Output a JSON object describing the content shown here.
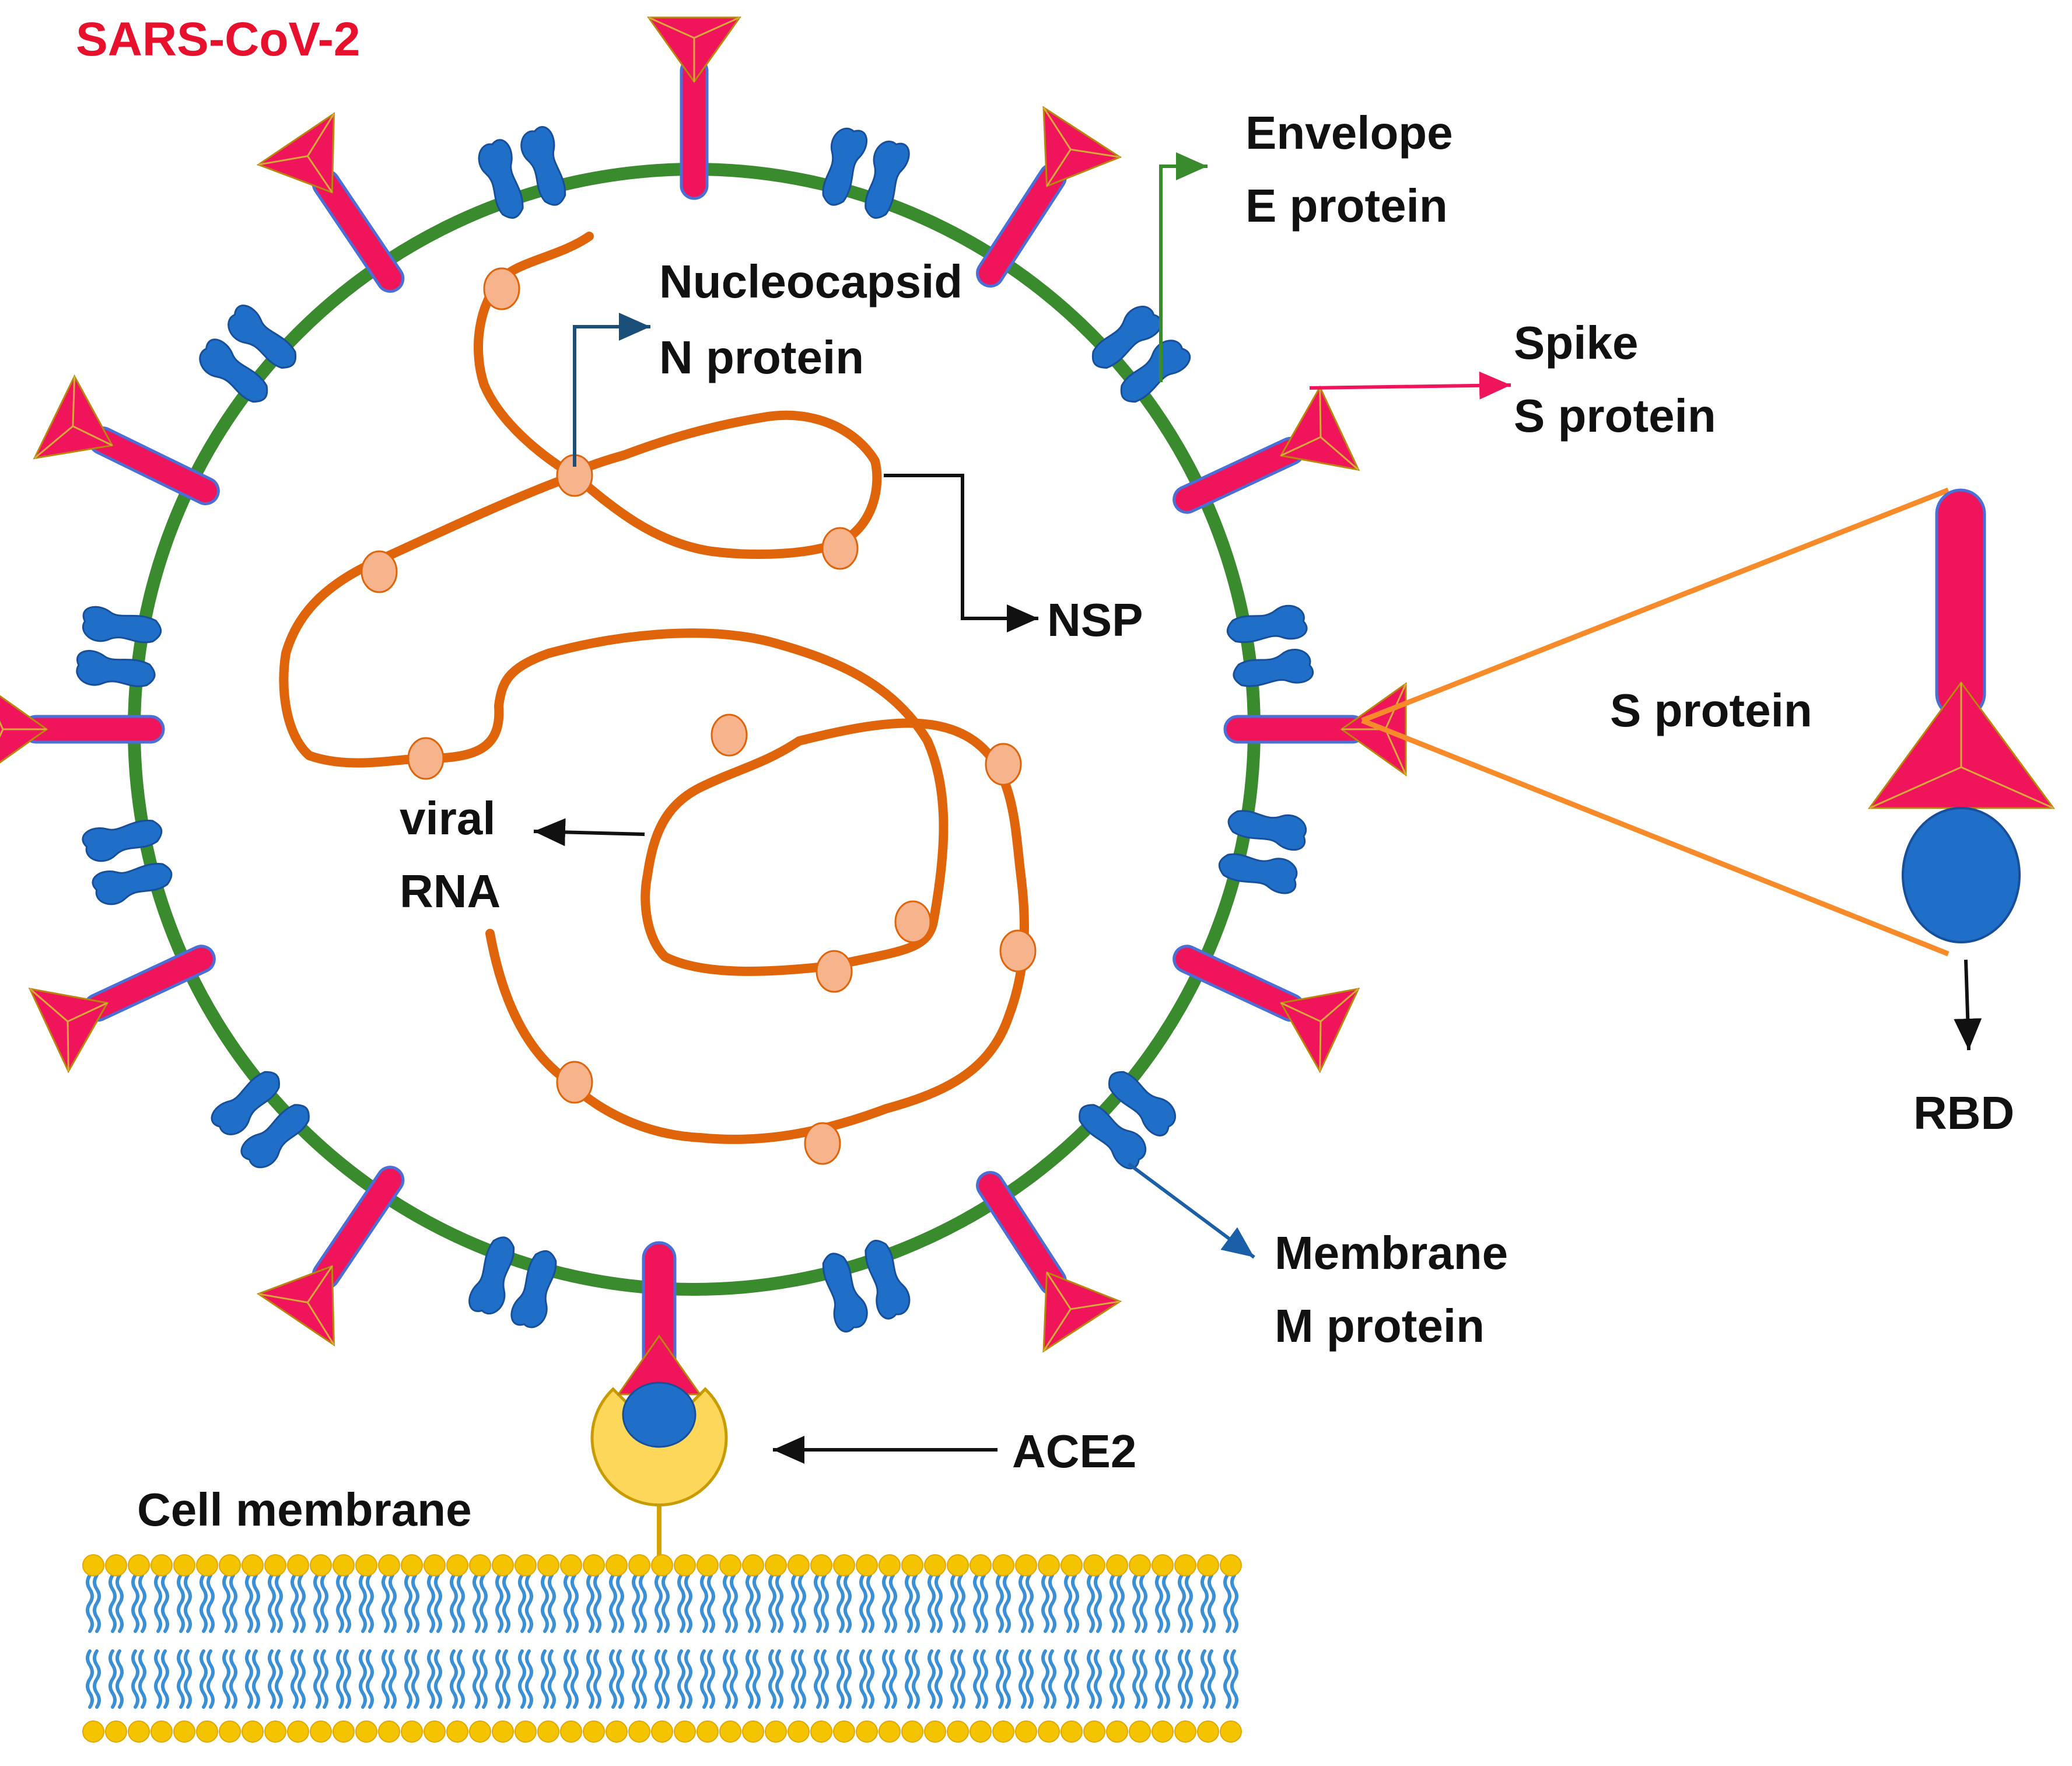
{
  "title": "SARS-CoV-2",
  "labels": {
    "envelope_1": "Envelope",
    "envelope_2": "E protein",
    "nucleocapsid_1": "Nucleocapsid",
    "nucleocapsid_2": "N protein",
    "spike_1": "Spike",
    "spike_2": "S protein",
    "nsp": "NSP",
    "s_protein": "S protein",
    "viral_1": "viral",
    "viral_2": "RNA",
    "rbd": "RBD",
    "membrane_1": "Membrane",
    "membrane_2": "M protein",
    "ace2": "ACE2",
    "cell_membrane": "Cell membrane"
  },
  "colors": {
    "envelope": "#3a8a2e",
    "spike": "#f0145a",
    "spike_outline": "#4a6fd6",
    "membrane_protein": "#1f6fc8",
    "rna": "#e0640a",
    "nucleocapsid": "#f7b48c",
    "ace2": "#fdd75a",
    "lipid_head": "#f5c400",
    "lipid_tail": "#3b8fd4",
    "title": "#e8112d",
    "text": "#111111",
    "zoom_line": "#f78b2a",
    "arrow_envelope": "#3a8a2e",
    "arrow_nucleocapsid": "#1a4f7a",
    "arrow_spike": "#f0145a",
    "arrow_membrane": "#1a5fa8",
    "arrow_black": "#111111"
  }
}
